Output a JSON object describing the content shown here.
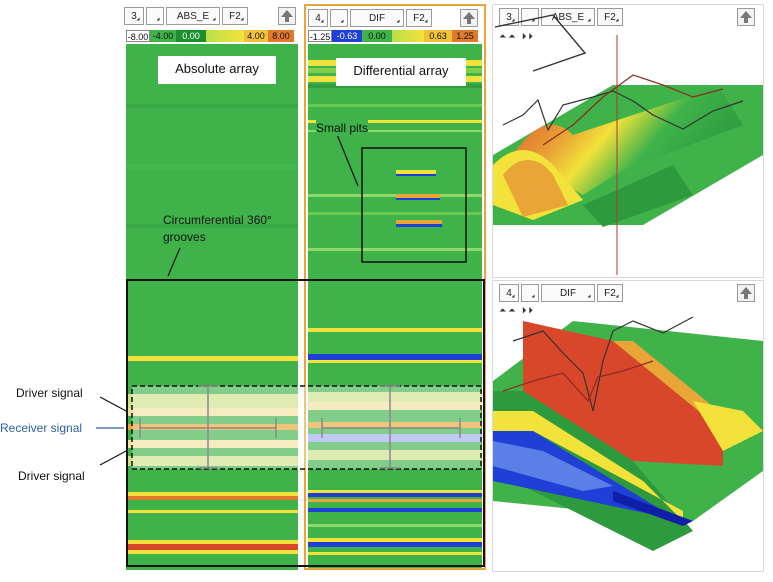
{
  "panels": {
    "abs": {
      "toolbar": [
        "3",
        "",
        "ABS_E",
        "F2"
      ],
      "scale": [
        "-8.00",
        "-4.00",
        "0.00",
        "",
        "4.00",
        "8.00"
      ],
      "label": "Absolute array"
    },
    "dif": {
      "toolbar": [
        "4",
        "",
        "DIF",
        "F2"
      ],
      "scale": [
        "-1.25",
        "-0.63",
        "0.00",
        "",
        "0.63",
        "1.25"
      ],
      "label": "Differential array"
    },
    "view3d_top": {
      "toolbar": [
        "3",
        "",
        "ABS_E",
        "F2"
      ]
    },
    "view3d_bottom": {
      "toolbar": [
        "4",
        "",
        "DIF",
        "F2"
      ]
    }
  },
  "annotations": {
    "small_pits": "Small pits",
    "grooves_line1": "Circumferential 360°",
    "grooves_line2": "grooves",
    "driver_signal_top": "Driver signal",
    "receiver_signal": "Receiver signal",
    "driver_signal_bottom": "Driver signal"
  },
  "icons": {
    "up": "up-arrow-icon",
    "nav_up": "double-up-icon",
    "nav_next": "double-right-icon"
  },
  "colors": {
    "field_green": "#3fb34a",
    "accent_orange": "#e9a535",
    "red_band": "#d9472b",
    "blue_band": "#1f3fd6",
    "yellow_band": "#f2e23a",
    "receiver_blue": "#2e5f9c"
  }
}
